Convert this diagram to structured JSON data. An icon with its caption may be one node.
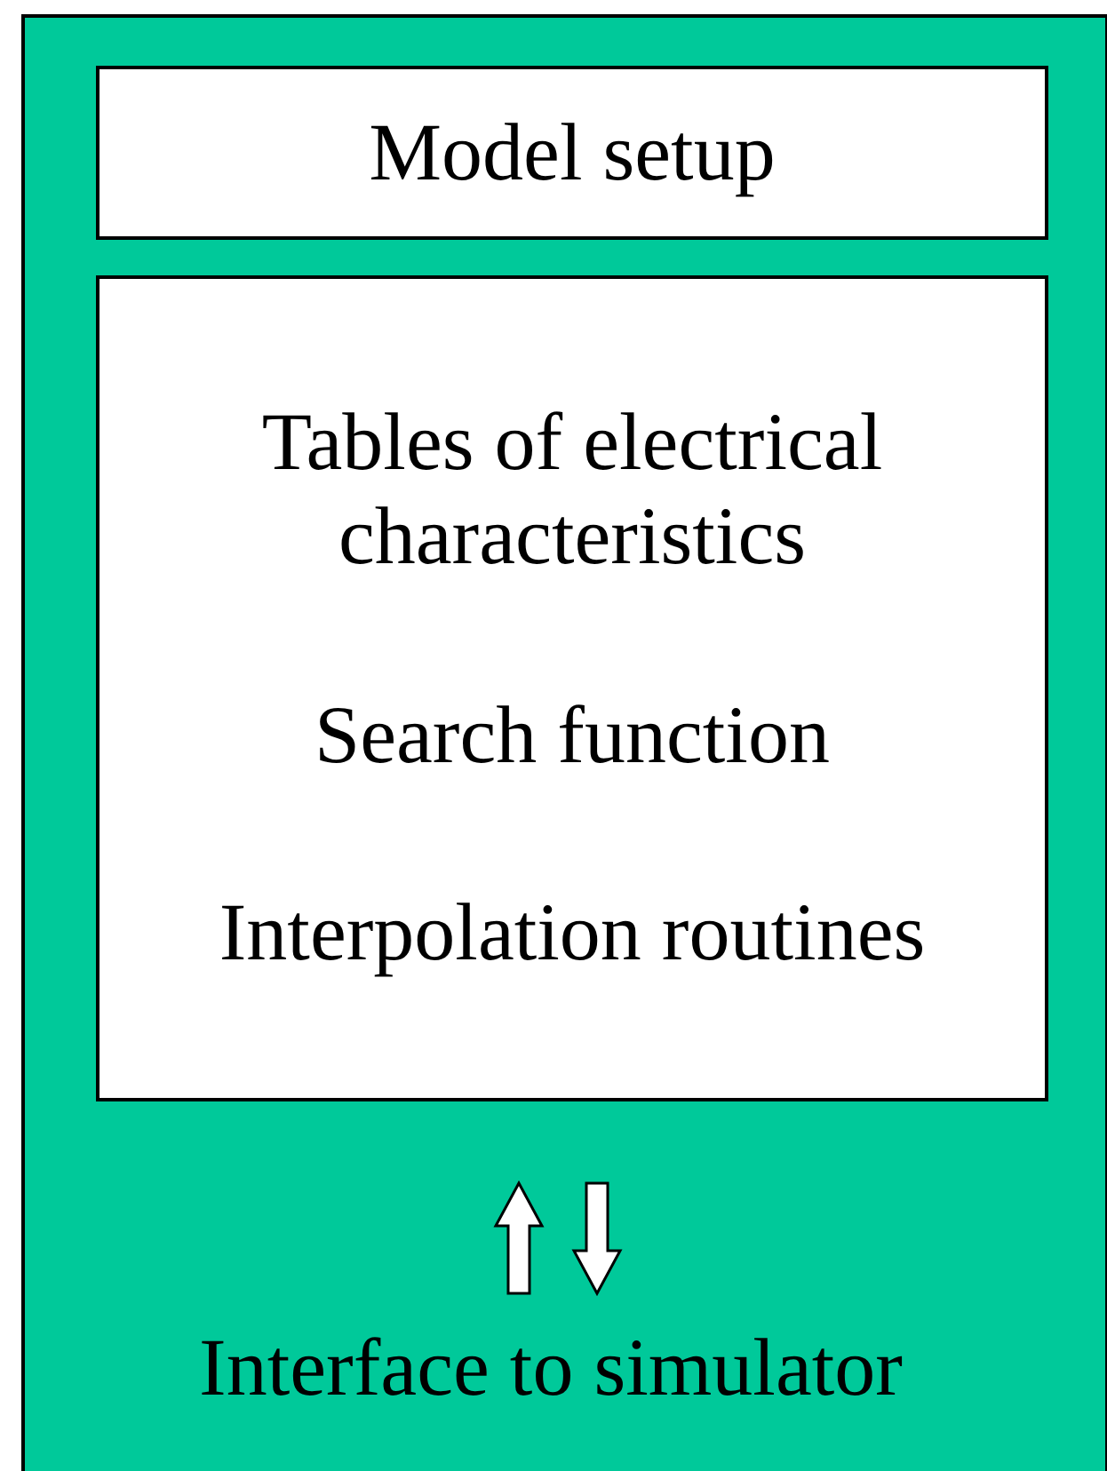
{
  "diagram": {
    "nodes": [
      {
        "text": [],
        "shape": "box"
      },
      {
        "text": [
          "Model setup"
        ],
        "in": 0
      },
      {
        "text": [
          "Tables of electrical characteristics",
          "Search function",
          "Interpolation routines"
        ],
        "in": 0
      },
      {
        "text": [
          "Interface to simulator"
        ],
        "in": 0
      }
    ],
    "edges": [
      {
        "from": 3,
        "to": 2,
        "arrow": "to"
      },
      {
        "from": 2,
        "to": 3,
        "arrow": "to"
      }
    ]
  }
}
